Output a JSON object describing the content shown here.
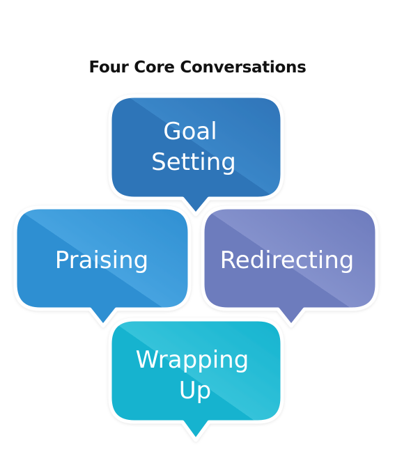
{
  "title": "Four Core Conversations",
  "bubbles": [
    {
      "id": "goal",
      "lines": [
        "Goal",
        "Setting"
      ],
      "color": "#2e74b8",
      "color_light": "#3a86c8"
    },
    {
      "id": "praise",
      "lines": [
        "Praising"
      ],
      "color": "#2f8fd2",
      "color_light": "#46a3e0"
    },
    {
      "id": "redirect",
      "lines": [
        "Redirecting"
      ],
      "color": "#6d7bbd",
      "color_light": "#8491cc"
    },
    {
      "id": "wrap",
      "lines": [
        "Wrapping",
        "Up"
      ],
      "color": "#14b3cf",
      "color_light": "#35c3da"
    }
  ]
}
